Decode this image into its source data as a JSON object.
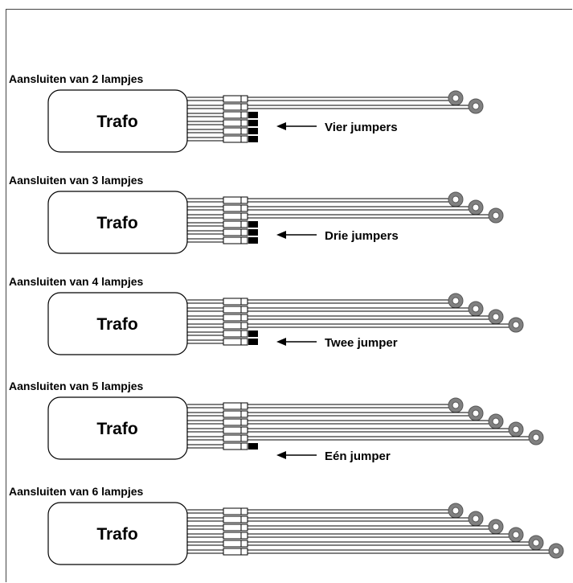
{
  "sections": [
    {
      "title": "Aansluiten van 2 lampjes",
      "trafo": "Trafo",
      "lamps": 2,
      "jumpers": 4,
      "jumper_label": "Vier jumpers"
    },
    {
      "title": "Aansluiten van 3 lampjes",
      "trafo": "Trafo",
      "lamps": 3,
      "jumpers": 3,
      "jumper_label": "Drie jumpers"
    },
    {
      "title": "Aansluiten van 4 lampjes",
      "trafo": "Trafo",
      "lamps": 4,
      "jumpers": 2,
      "jumper_label": "Twee jumper"
    },
    {
      "title": "Aansluiten van 5 lampjes",
      "trafo": "Trafo",
      "lamps": 5,
      "jumpers": 1,
      "jumper_label": "Eén jumper"
    },
    {
      "title": "Aansluiten van 6 lampjes",
      "trafo": "Trafo",
      "lamps": 6,
      "jumpers": 0,
      "jumper_label": ""
    }
  ],
  "colors": {
    "lamp": "#808080",
    "lamp_inner": "#ffffff",
    "jumper": "#000000",
    "wire": "#000000"
  }
}
